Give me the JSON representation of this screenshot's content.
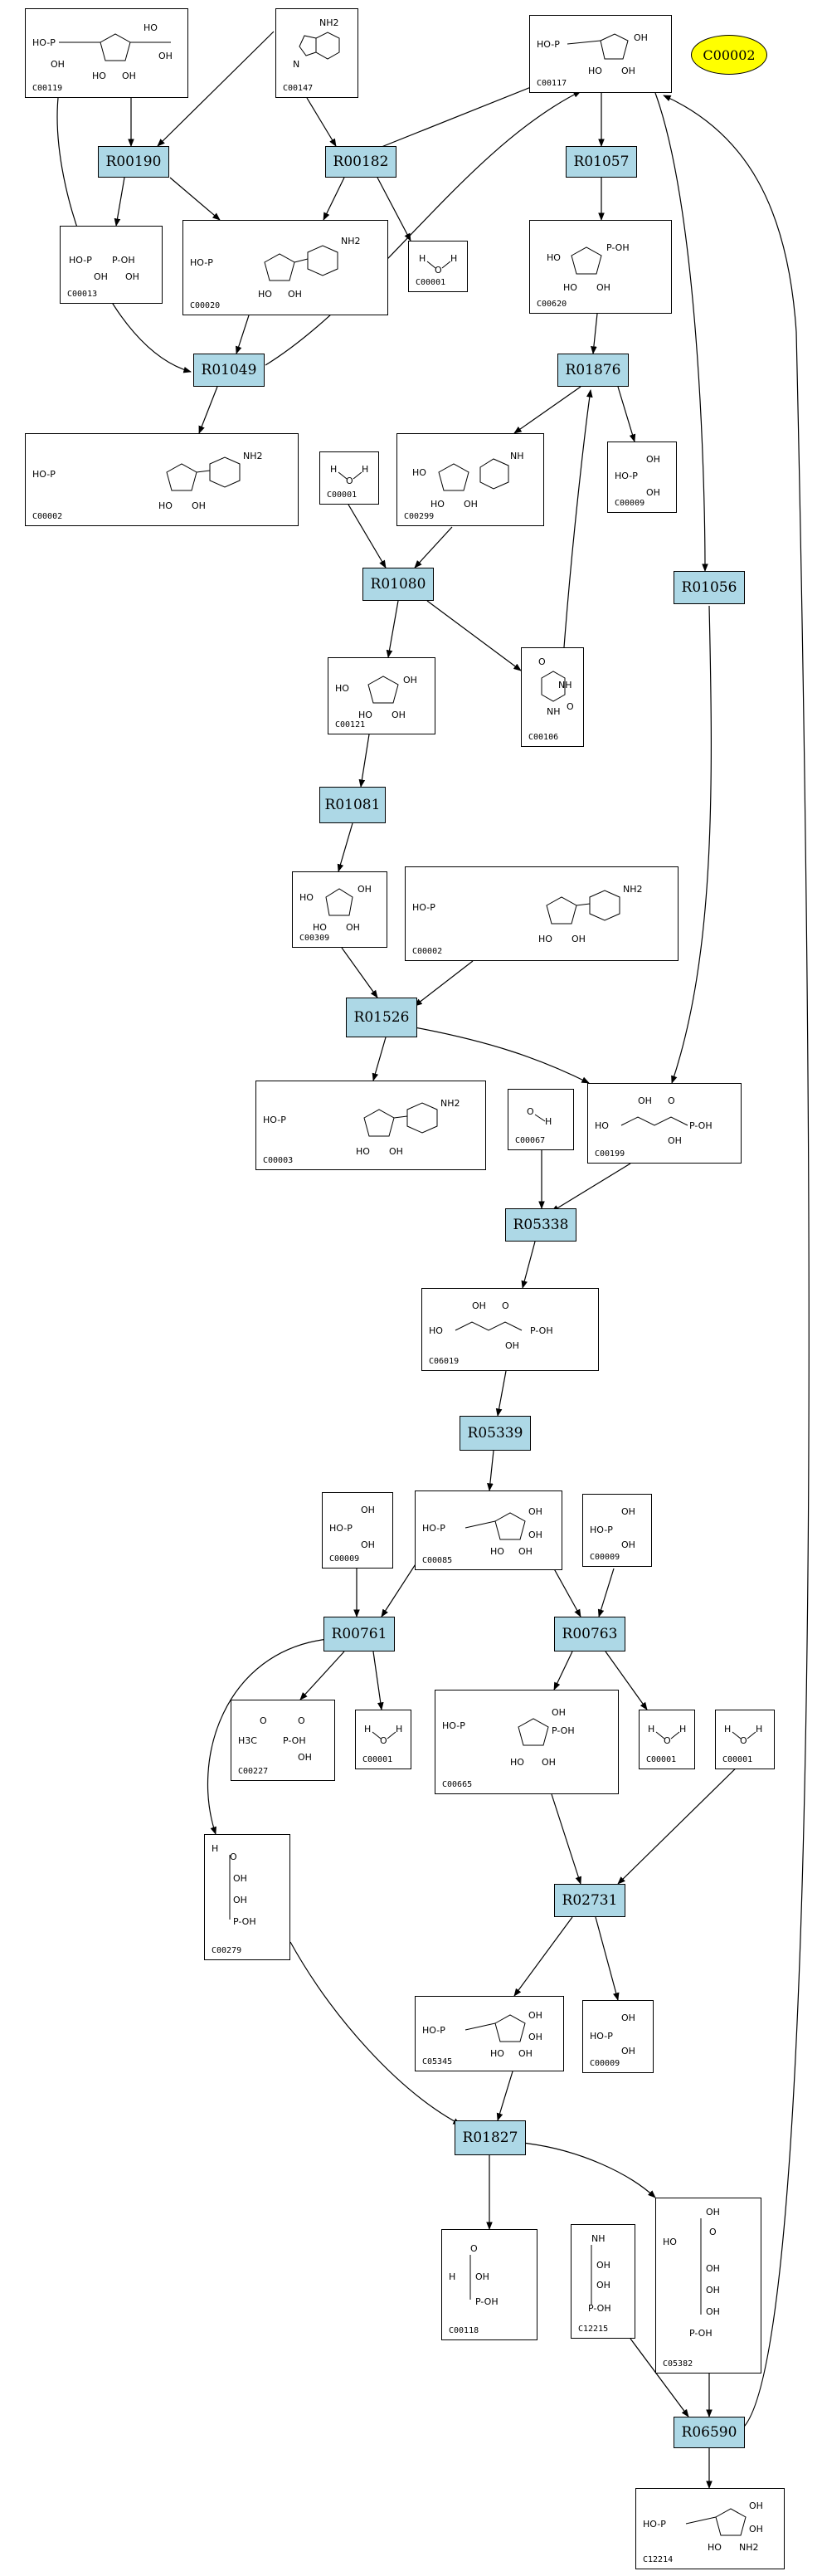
{
  "start_node": {
    "id": "C00002"
  },
  "reactions": {
    "R00190": "R00190",
    "R00182": "R00182",
    "R01057": "R01057",
    "R01049": "R01049",
    "R01876": "R01876",
    "R01080": "R01080",
    "R01056": "R01056",
    "R01081": "R01081",
    "R01526": "R01526",
    "R05338": "R05338",
    "R05339": "R05339",
    "R00761": "R00761",
    "R00763": "R00763",
    "R02731": "R02731",
    "R01827": "R01827",
    "R06590": "R06590"
  },
  "compounds": {
    "c00119": "C00119",
    "c00147": "C00147",
    "c00117": "C00117",
    "c00013": "C00013",
    "c00020": "C00020",
    "c00001_a": "C00001",
    "c00620": "C00620",
    "c00002_a": "C00002",
    "c00001_b": "C00001",
    "c00299": "C00299",
    "c00009_a": "C00009",
    "c00121": "C00121",
    "c00106": "C00106",
    "c00309": "C00309",
    "c00002_b": "C00002",
    "c00003": "C00003",
    "c00067": "C00067",
    "c00199": "C00199",
    "c06019": "C06019",
    "c00009_b": "C00009",
    "c00085": "C00085",
    "c00009_c": "C00009",
    "c00227": "C00227",
    "c00001_c": "C00001",
    "c00665": "C00665",
    "c00001_d": "C00001",
    "c00001_e": "C00001",
    "c00279": "C00279",
    "c05345": "C05345",
    "c00009_d": "C00009",
    "c00118": "C00118",
    "c12215": "C12215",
    "c05382": "C05382",
    "c12214": "C12214"
  },
  "atom_labels": {
    "HO": "HO",
    "OH": "OH",
    "O": "O",
    "P": "P",
    "NH2": "NH2",
    "N": "N",
    "NH": "NH",
    "H": "H",
    "H3C": "H3C",
    "C": "C",
    "HOP": "HO-P",
    "POH": "P-OH"
  },
  "colors": {
    "reaction_fill": "#add8e6",
    "start_fill": "#ffff00",
    "stroke": "#000000"
  }
}
